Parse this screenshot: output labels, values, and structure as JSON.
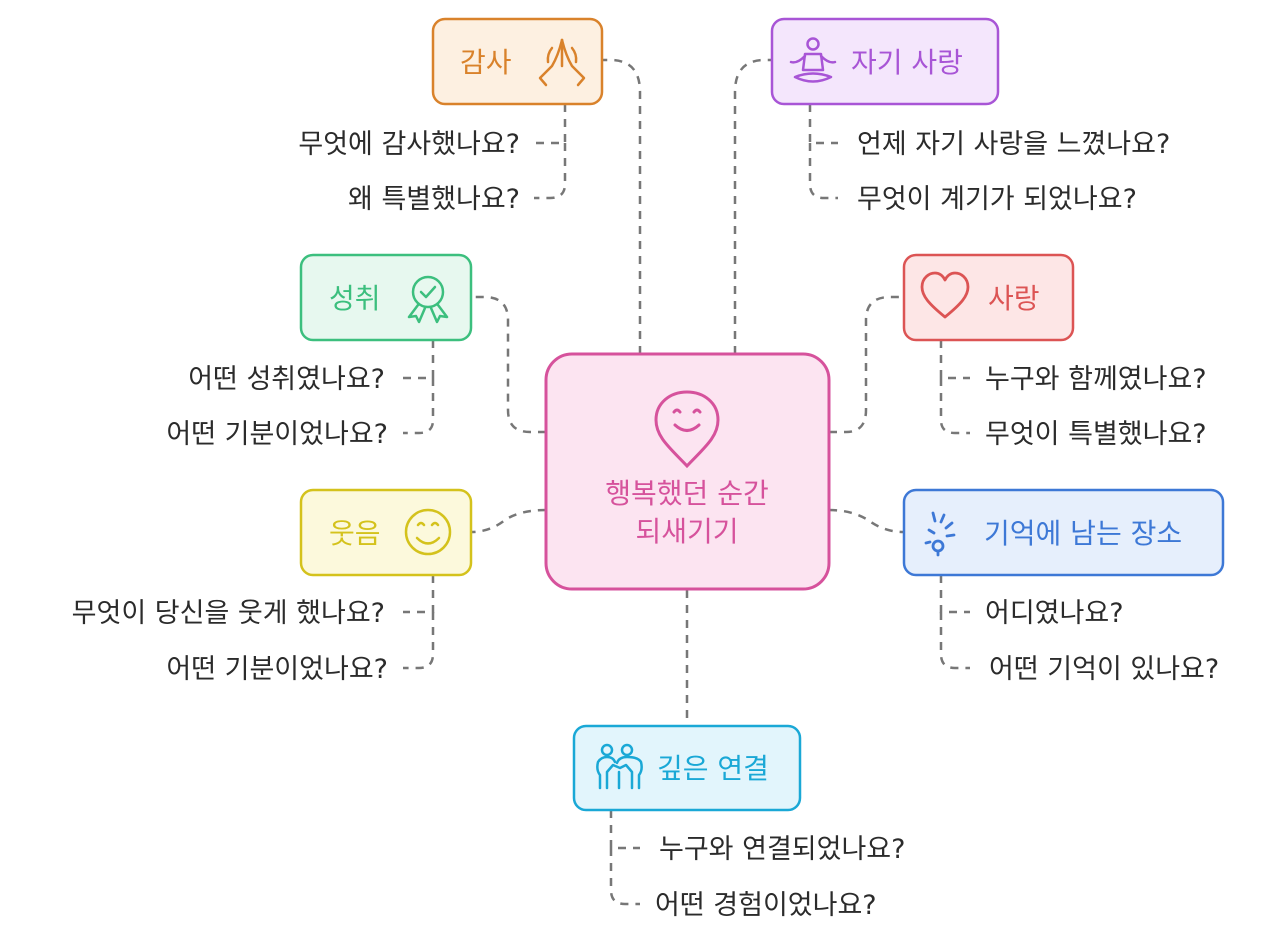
{
  "center": {
    "line1": "행복했던 순간",
    "line2": "되새기기",
    "color": "#d6529c",
    "fill": "#fce4f1"
  },
  "topics": {
    "gratitude": {
      "label": "감사",
      "icon": "praying-hands-icon",
      "color": "#d9822b",
      "fill": "#fdf0e1",
      "questions": [
        "무엇에 감사했나요?",
        "왜 특별했나요?"
      ]
    },
    "self_love": {
      "label": "자기 사랑",
      "icon": "meditation-icon",
      "color": "#a855d6",
      "fill": "#f4e6fc",
      "questions": [
        "언제 자기 사랑을 느꼈나요?",
        "무엇이 계기가 되었나요?"
      ]
    },
    "achievement": {
      "label": "성취",
      "icon": "award-badge-icon",
      "color": "#3cbf7e",
      "fill": "#e7f8ef",
      "questions": [
        "어떤 성취였나요?",
        "어떤 기분이었나요?"
      ]
    },
    "love": {
      "label": "사랑",
      "icon": "heart-icon",
      "color": "#dc5454",
      "fill": "#fde6e6",
      "questions": [
        "누구와 함께였나요?",
        "무엇이 특별했나요?"
      ]
    },
    "laughter": {
      "label": "웃음",
      "icon": "smiley-icon",
      "color": "#d4c21c",
      "fill": "#fcf9dc",
      "questions": [
        "무엇이 당신을 웃게 했나요?",
        "어떤 기분이었나요?"
      ]
    },
    "memorable_place": {
      "label": "기억에 남는 장소",
      "icon": "location-pin-icon",
      "color": "#3d78d6",
      "fill": "#e6effc",
      "questions": [
        "어디였나요?",
        "어떤 기억이 있나요?"
      ]
    },
    "deep_connection": {
      "label": "깊은 연결",
      "icon": "people-icon",
      "color": "#1aa8d6",
      "fill": "#e2f5fc",
      "questions": [
        "누구와 연결되었나요?",
        "어떤 경험이었나요?"
      ]
    }
  }
}
